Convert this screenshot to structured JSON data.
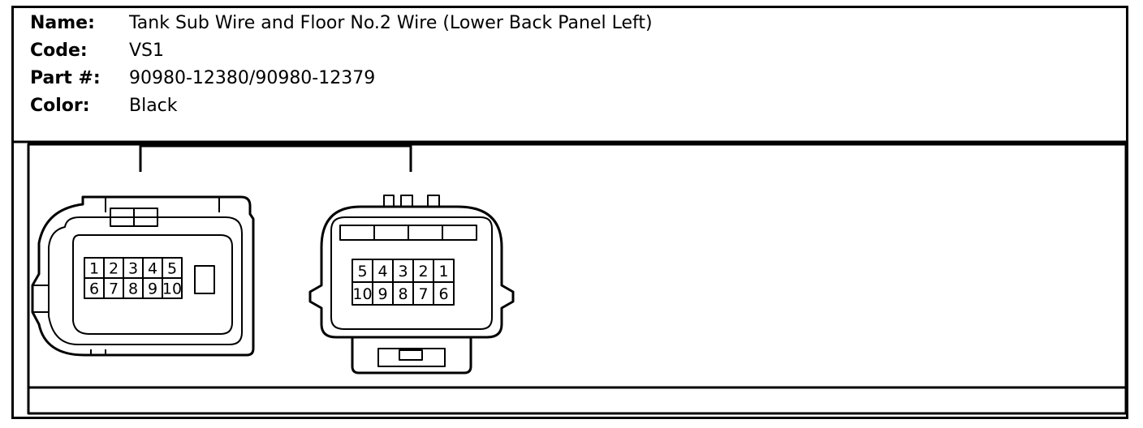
{
  "header": {
    "fields": [
      {
        "label": "Name:",
        "value": "Tank Sub Wire and Floor No.2 Wire (Lower Back Panel Left)"
      },
      {
        "label": "Code:",
        "value": "VS1"
      },
      {
        "label": "Part #:",
        "value": "90980-12380/90980-12379"
      },
      {
        "label": "Color:",
        "value": "Black"
      }
    ]
  },
  "connectors": [
    {
      "side": "left",
      "pins_top": [
        "1",
        "2",
        "3",
        "4",
        "5"
      ],
      "pins_bottom": [
        "6",
        "7",
        "8",
        "9",
        "10"
      ]
    },
    {
      "side": "right",
      "pins_top": [
        "5",
        "4",
        "3",
        "2",
        "1"
      ],
      "pins_bottom": [
        "10",
        "9",
        "8",
        "7",
        "6"
      ]
    }
  ],
  "colors": {
    "line": "#000000",
    "background": "#ffffff"
  }
}
